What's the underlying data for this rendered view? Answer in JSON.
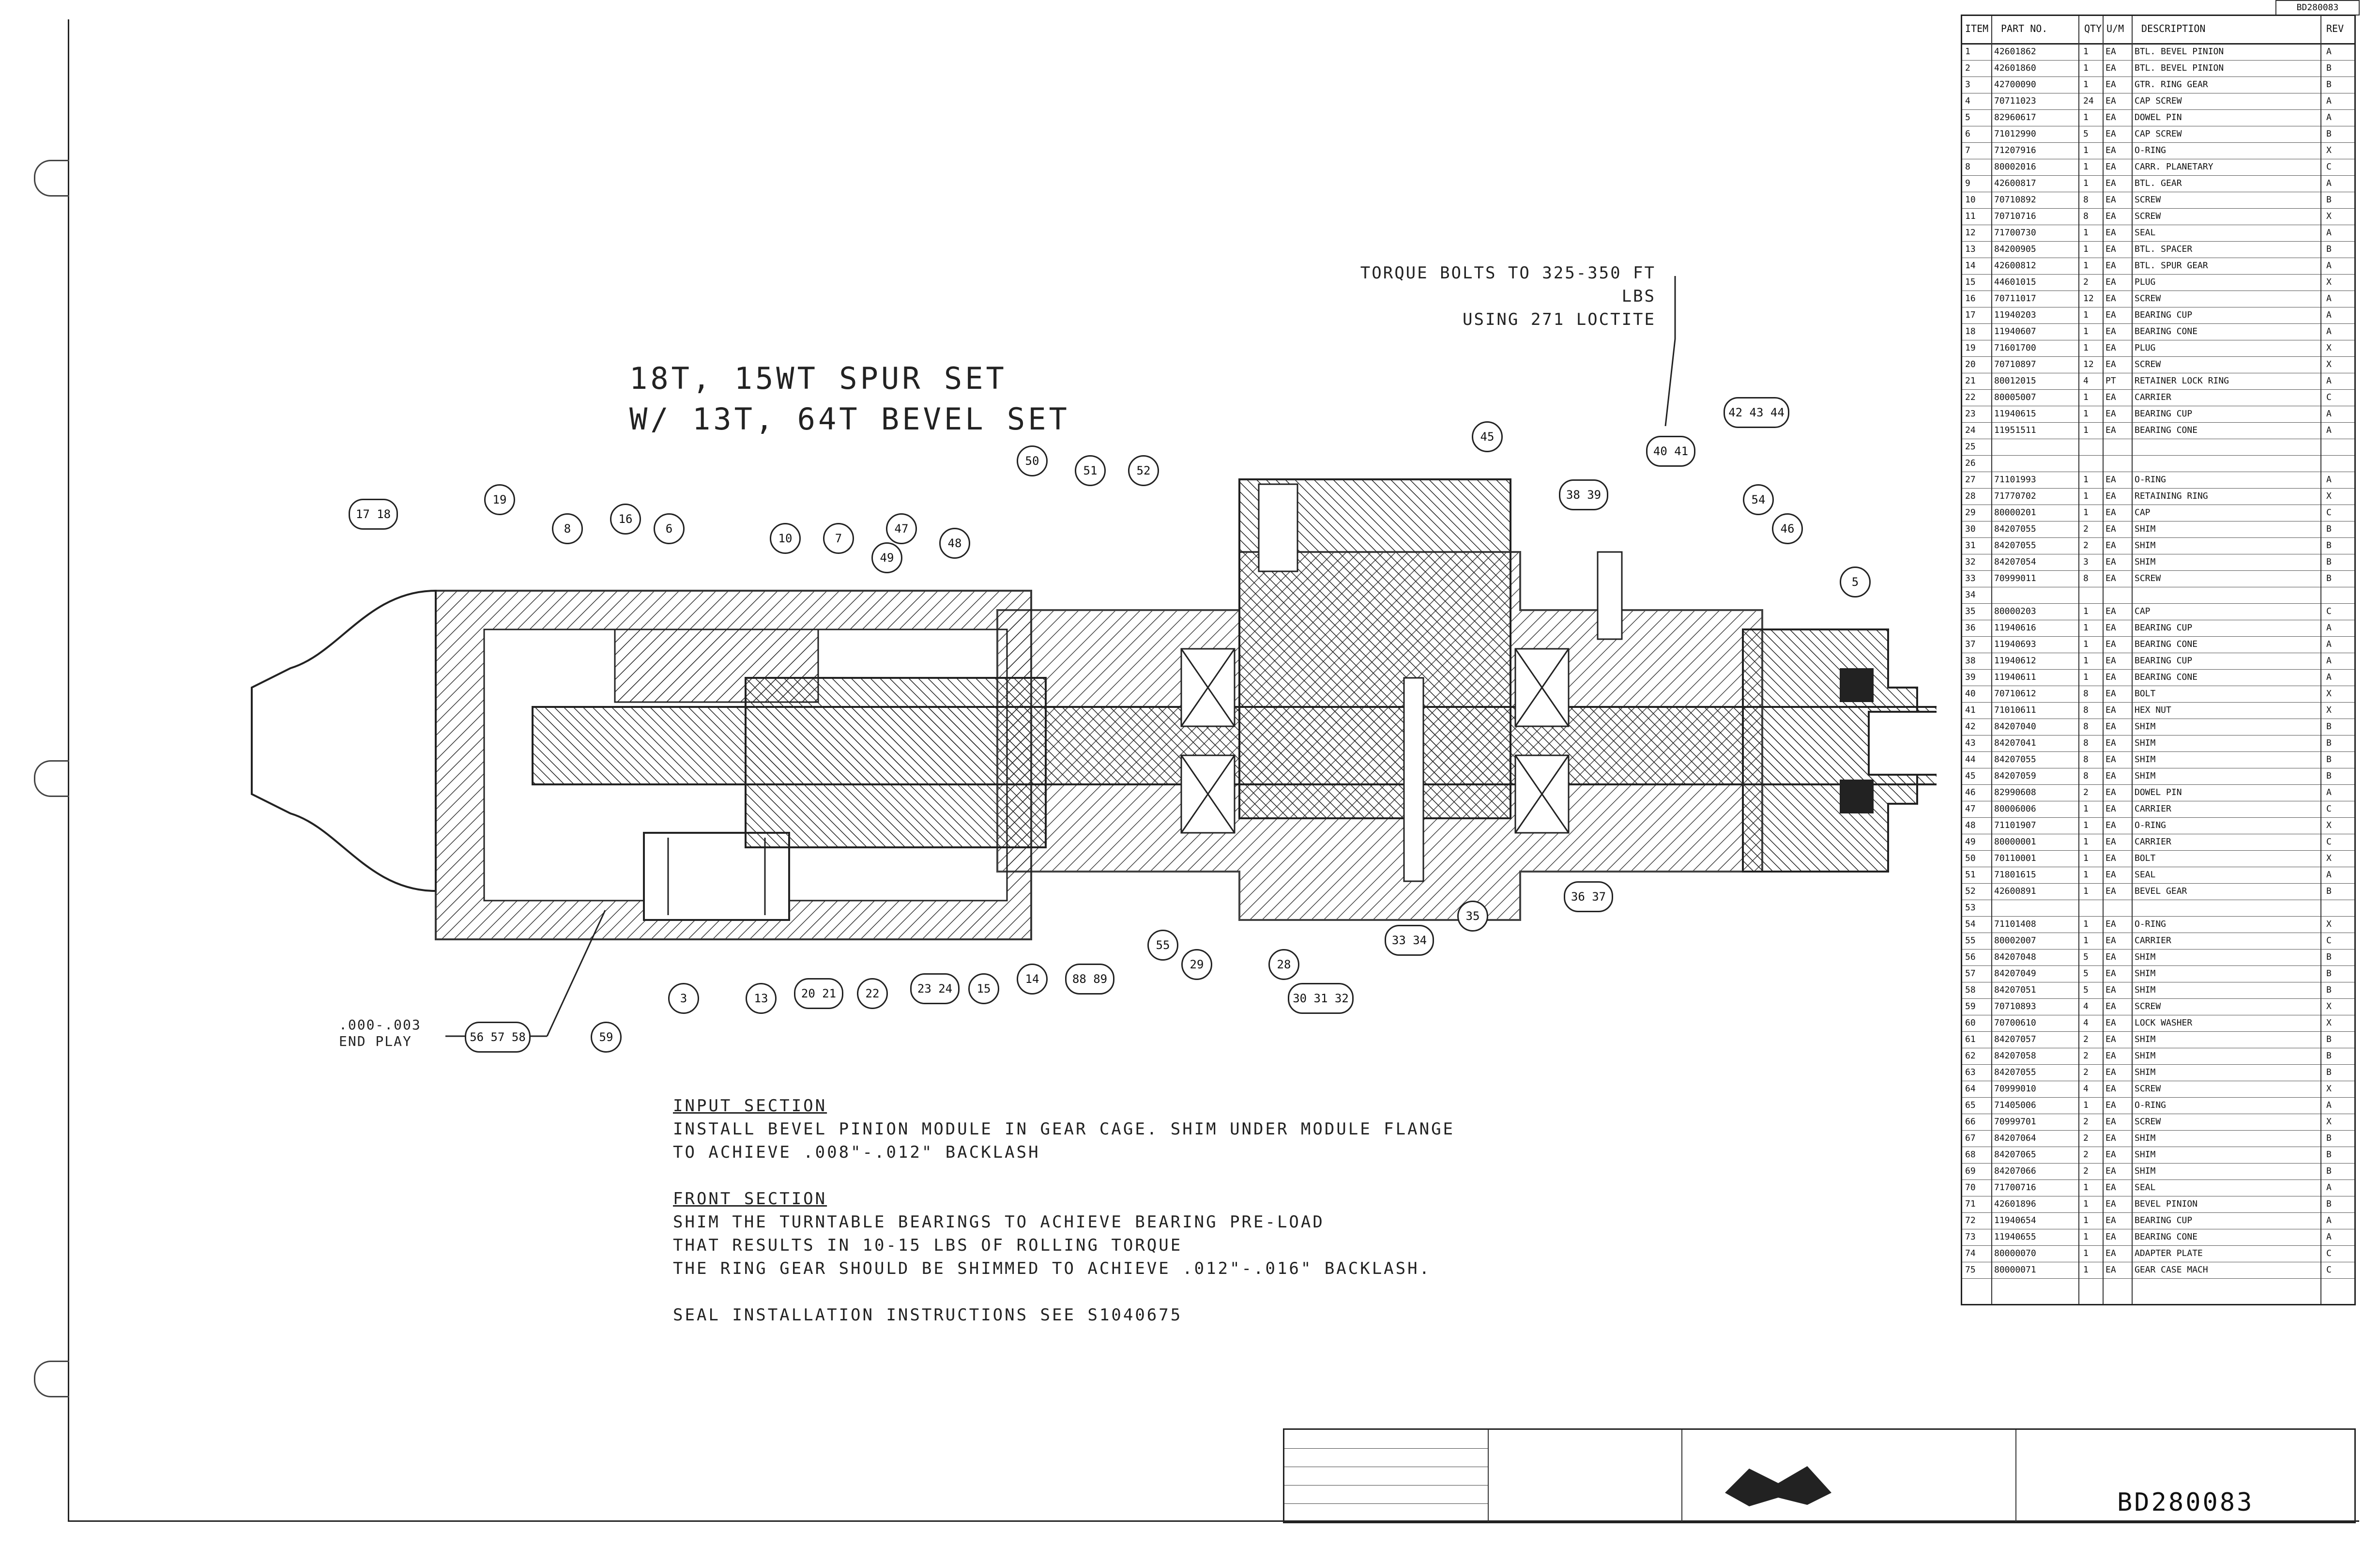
{
  "drawing": {
    "title_line1": "18T, 15WT SPUR SET",
    "title_line2": "W/ 13T, 64T BEVEL SET",
    "torque_note_line1": "TORQUE BOLTS TO 325-350 FT LBS",
    "torque_note_line2": "USING 271 LOCTITE",
    "end_play_line1": ".000-.003",
    "end_play_line2": "END PLAY",
    "dwg_number": "BD280083"
  },
  "notes": {
    "input_heading": "INPUT SECTION",
    "input_line1": "INSTALL BEVEL PINION MODULE IN GEAR CAGE.  SHIM UNDER MODULE FLANGE",
    "input_line2": "TO ACHIEVE .008\"-.012\" BACKLASH",
    "front_heading": "FRONT SECTION",
    "front_line1": "SHIM THE TURNTABLE BEARINGS TO ACHIEVE BEARING PRE-LOAD",
    "front_line2": "THAT RESULTS IN 10-15 LBS OF ROLLING TORQUE",
    "front_line3": "THE RING GEAR SHOULD BE SHIMMED TO ACHIEVE .012\"-.016\" BACKLASH.",
    "seal_note": "SEAL INSTALLATION INSTRUCTIONS SEE S1040675"
  },
  "callouts": [
    {
      "id": "cb-17-18",
      "label": "17 18"
    },
    {
      "id": "cb-19",
      "label": "19"
    },
    {
      "id": "cb-8",
      "label": "8"
    },
    {
      "id": "cb-16",
      "label": "16"
    },
    {
      "id": "cb-6",
      "label": "6"
    },
    {
      "id": "cb-10",
      "label": "10"
    },
    {
      "id": "cb-7",
      "label": "7"
    },
    {
      "id": "cb-47",
      "label": "47"
    },
    {
      "id": "cb-48",
      "label": "48"
    },
    {
      "id": "cb-49",
      "label": "49"
    },
    {
      "id": "cb-50",
      "label": "50"
    },
    {
      "id": "cb-51",
      "label": "51"
    },
    {
      "id": "cb-52",
      "label": "52"
    },
    {
      "id": "cb-45",
      "label": "45"
    },
    {
      "id": "cb-38-39",
      "label": "38 39"
    },
    {
      "id": "cb-40-41",
      "label": "40 41"
    },
    {
      "id": "cb-42-43-44",
      "label": "42 43 44"
    },
    {
      "id": "cb-54",
      "label": "54"
    },
    {
      "id": "cb-46",
      "label": "46"
    },
    {
      "id": "cb-5",
      "label": "5"
    },
    {
      "id": "cb-3",
      "label": "3"
    },
    {
      "id": "cb-13",
      "label": "13"
    },
    {
      "id": "cb-20-21",
      "label": "20 21"
    },
    {
      "id": "cb-22",
      "label": "22"
    },
    {
      "id": "cb-23-24",
      "label": "23 24"
    },
    {
      "id": "cb-15",
      "label": "15"
    },
    {
      "id": "cb-14",
      "label": "14"
    },
    {
      "id": "cb-88-89",
      "label": "88 89"
    },
    {
      "id": "cb-55",
      "label": "55"
    },
    {
      "id": "cb-29",
      "label": "29"
    },
    {
      "id": "cb-28",
      "label": "28"
    },
    {
      "id": "cb-30-31-32",
      "label": "30 31 32"
    },
    {
      "id": "cb-33-34",
      "label": "33 34"
    },
    {
      "id": "cb-35",
      "label": "35"
    },
    {
      "id": "cb-36-37",
      "label": "36 37"
    },
    {
      "id": "cb-56-57-58",
      "label": "56 57 58"
    },
    {
      "id": "cb-59",
      "label": "59"
    }
  ],
  "parts_table": {
    "rev_label": "BD280083",
    "headers": [
      "ITEM",
      "PART NO.",
      "QTY",
      "U/M",
      "DESCRIPTION",
      "REV"
    ],
    "rows": [
      [
        "1",
        "42601862",
        "1",
        "EA",
        "BTL. BEVEL PINION",
        "A"
      ],
      [
        "2",
        "42601860",
        "1",
        "EA",
        "BTL. BEVEL PINION",
        "B"
      ],
      [
        "3",
        "42700090",
        "1",
        "EA",
        "GTR. RING GEAR",
        "B"
      ],
      [
        "4",
        "70711023",
        "24",
        "EA",
        "CAP SCREW",
        "A"
      ],
      [
        "5",
        "82960617",
        "1",
        "EA",
        "DOWEL PIN",
        "A"
      ],
      [
        "6",
        "71012990",
        "5",
        "EA",
        "CAP SCREW",
        "B"
      ],
      [
        "7",
        "71207916",
        "1",
        "EA",
        "O-RING",
        "X"
      ],
      [
        "8",
        "80002016",
        "1",
        "EA",
        "CARR. PLANETARY",
        "C"
      ],
      [
        "9",
        "42600817",
        "1",
        "EA",
        "BTL. GEAR",
        "A"
      ],
      [
        "10",
        "70710892",
        "8",
        "EA",
        "SCREW",
        "B"
      ],
      [
        "11",
        "70710716",
        "8",
        "EA",
        "SCREW",
        "X"
      ],
      [
        "12",
        "71700730",
        "1",
        "EA",
        "SEAL",
        "A"
      ],
      [
        "13",
        "84200905",
        "1",
        "EA",
        "BTL. SPACER",
        "B"
      ],
      [
        "14",
        "42600812",
        "1",
        "EA",
        "BTL. SPUR GEAR",
        "A"
      ],
      [
        "15",
        "44601015",
        "2",
        "EA",
        "PLUG",
        "X"
      ],
      [
        "16",
        "70711017",
        "12",
        "EA",
        "SCREW",
        "A"
      ],
      [
        "17",
        "11940203",
        "1",
        "EA",
        "BEARING CUP",
        "A"
      ],
      [
        "18",
        "11940607",
        "1",
        "EA",
        "BEARING CONE",
        "A"
      ],
      [
        "19",
        "71601700",
        "1",
        "EA",
        "PLUG",
        "X"
      ],
      [
        "20",
        "70710897",
        "12",
        "EA",
        "SCREW",
        "X"
      ],
      [
        "21",
        "80012015",
        "4",
        "PT",
        "RETAINER LOCK RING",
        "A"
      ],
      [
        "22",
        "80005007",
        "1",
        "EA",
        "CARRIER",
        "C"
      ],
      [
        "23",
        "11940615",
        "1",
        "EA",
        "BEARING CUP",
        "A"
      ],
      [
        "24",
        "11951511",
        "1",
        "EA",
        "BEARING CONE",
        "A"
      ],
      [
        "25",
        "",
        "",
        "",
        "",
        ""
      ],
      [
        "26",
        "",
        "",
        "",
        "",
        ""
      ],
      [
        "27",
        "71101993",
        "1",
        "EA",
        "O-RING",
        "A"
      ],
      [
        "28",
        "71770702",
        "1",
        "EA",
        "RETAINING RING",
        "X"
      ],
      [
        "29",
        "80000201",
        "1",
        "EA",
        "CAP",
        "C"
      ],
      [
        "30",
        "84207055",
        "2",
        "EA",
        "SHIM",
        "B"
      ],
      [
        "31",
        "84207055",
        "2",
        "EA",
        "SHIM",
        "B"
      ],
      [
        "32",
        "84207054",
        "3",
        "EA",
        "SHIM",
        "B"
      ],
      [
        "33",
        "70999011",
        "8",
        "EA",
        "SCREW",
        "B"
      ],
      [
        "34",
        "",
        "",
        "",
        "",
        ""
      ],
      [
        "35",
        "80000203",
        "1",
        "EA",
        "CAP",
        "C"
      ],
      [
        "36",
        "11940616",
        "1",
        "EA",
        "BEARING CUP",
        "A"
      ],
      [
        "37",
        "11940693",
        "1",
        "EA",
        "BEARING CONE",
        "A"
      ],
      [
        "38",
        "11940612",
        "1",
        "EA",
        "BEARING CUP",
        "A"
      ],
      [
        "39",
        "11940611",
        "1",
        "EA",
        "BEARING CONE",
        "A"
      ],
      [
        "40",
        "70710612",
        "8",
        "EA",
        "BOLT",
        "X"
      ],
      [
        "41",
        "71010611",
        "8",
        "EA",
        "HEX NUT",
        "X"
      ],
      [
        "42",
        "84207040",
        "8",
        "EA",
        "SHIM",
        "B"
      ],
      [
        "43",
        "84207041",
        "8",
        "EA",
        "SHIM",
        "B"
      ],
      [
        "44",
        "84207055",
        "8",
        "EA",
        "SHIM",
        "B"
      ],
      [
        "45",
        "84207059",
        "8",
        "EA",
        "SHIM",
        "B"
      ],
      [
        "46",
        "82990608",
        "2",
        "EA",
        "DOWEL PIN",
        "A"
      ],
      [
        "47",
        "80006006",
        "1",
        "EA",
        "CARRIER",
        "C"
      ],
      [
        "48",
        "71101907",
        "1",
        "EA",
        "O-RING",
        "X"
      ],
      [
        "49",
        "80000001",
        "1",
        "EA",
        "CARRIER",
        "C"
      ],
      [
        "50",
        "70110001",
        "1",
        "EA",
        "BOLT",
        "X"
      ],
      [
        "51",
        "71801615",
        "1",
        "EA",
        "SEAL",
        "A"
      ],
      [
        "52",
        "42600891",
        "1",
        "EA",
        "BEVEL GEAR",
        "B"
      ],
      [
        "53",
        "",
        "",
        "",
        "",
        ""
      ],
      [
        "54",
        "71101408",
        "1",
        "EA",
        "O-RING",
        "X"
      ],
      [
        "55",
        "80002007",
        "1",
        "EA",
        "CARRIER",
        "C"
      ],
      [
        "56",
        "84207048",
        "5",
        "EA",
        "SHIM",
        "B"
      ],
      [
        "57",
        "84207049",
        "5",
        "EA",
        "SHIM",
        "B"
      ],
      [
        "58",
        "84207051",
        "5",
        "EA",
        "SHIM",
        "B"
      ],
      [
        "59",
        "70710893",
        "4",
        "EA",
        "SCREW",
        "X"
      ],
      [
        "60",
        "70700610",
        "4",
        "EA",
        "LOCK WASHER",
        "X"
      ],
      [
        "61",
        "84207057",
        "2",
        "EA",
        "SHIM",
        "B"
      ],
      [
        "62",
        "84207058",
        "2",
        "EA",
        "SHIM",
        "B"
      ],
      [
        "63",
        "84207055",
        "2",
        "EA",
        "SHIM",
        "B"
      ],
      [
        "64",
        "70999010",
        "4",
        "EA",
        "SCREW",
        "X"
      ],
      [
        "65",
        "71405006",
        "1",
        "EA",
        "O-RING",
        "A"
      ],
      [
        "66",
        "70999701",
        "2",
        "EA",
        "SCREW",
        "X"
      ],
      [
        "67",
        "84207064",
        "2",
        "EA",
        "SHIM",
        "B"
      ],
      [
        "68",
        "84207065",
        "2",
        "EA",
        "SHIM",
        "B"
      ],
      [
        "69",
        "84207066",
        "2",
        "EA",
        "SHIM",
        "B"
      ],
      [
        "70",
        "71700716",
        "1",
        "EA",
        "SEAL",
        "A"
      ],
      [
        "71",
        "42601896",
        "1",
        "EA",
        "BEVEL PINION",
        "B"
      ],
      [
        "72",
        "11940654",
        "1",
        "EA",
        "BEARING CUP",
        "A"
      ],
      [
        "73",
        "11940655",
        "1",
        "EA",
        "BEARING CONE",
        "A"
      ],
      [
        "74",
        "80000070",
        "1",
        "EA",
        "ADAPTER PLATE",
        "C"
      ],
      [
        "75",
        "80000071",
        "1",
        "EA",
        "GEAR CASE MACH",
        "C"
      ]
    ]
  },
  "colors": {
    "ink": "#222222",
    "paper": "#ffffff"
  }
}
